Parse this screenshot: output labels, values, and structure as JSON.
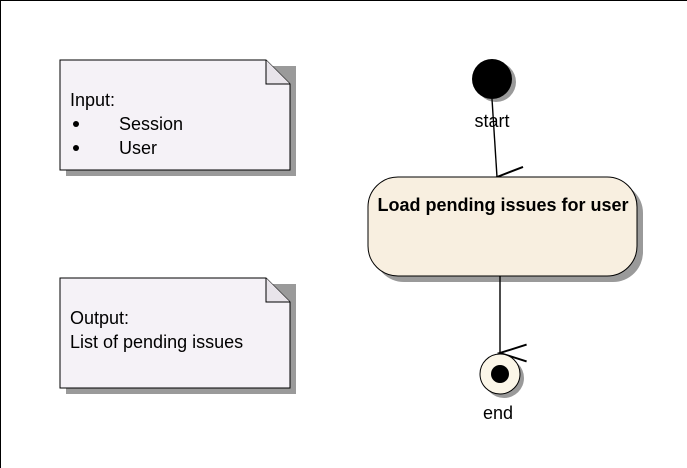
{
  "notes": {
    "input": {
      "heading": "Input:",
      "items": [
        "Session",
        "User"
      ]
    },
    "output": {
      "heading": "Output:",
      "text": "List of pending issues"
    }
  },
  "activity": {
    "start_label": "start",
    "action_label": "Load pending issues for user",
    "end_label": "end"
  },
  "colors": {
    "note_fill": "#f5f2f7",
    "action_fill": "#f8efe0",
    "end_fill": "#fbf6e8",
    "shadow": "#9a9a9a"
  }
}
